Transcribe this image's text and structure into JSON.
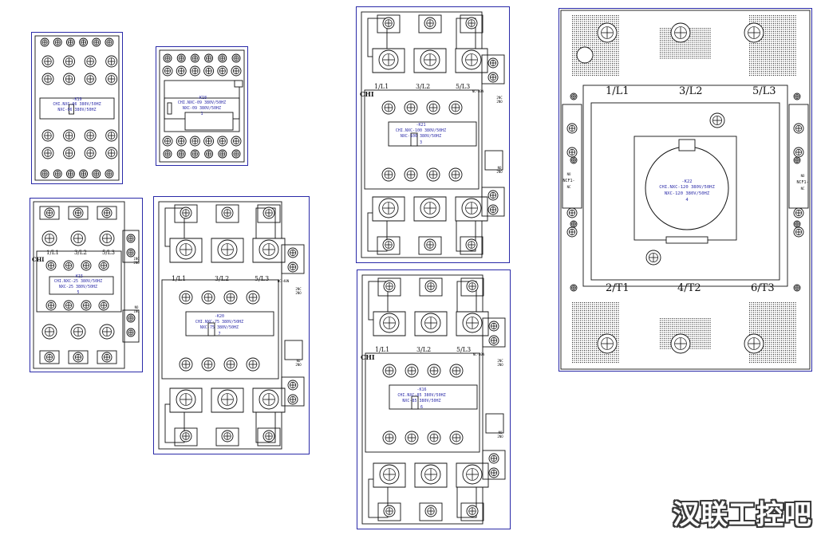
{
  "components": [
    {
      "id": "k19",
      "tag": "-K19",
      "line1": "CHI.NXC-06 380V/50HZ",
      "line2": "NXC-06 380V/50HZ",
      "number": "",
      "style": "small",
      "terminals": [],
      "side_left": [],
      "side_right": [],
      "brand": ""
    },
    {
      "id": "k18",
      "tag": "-K18",
      "line1": "CHI.NXC-09 380V/50HZ",
      "line2": "NXC-09 380V/50HZ",
      "number": "1",
      "style": "mini",
      "terminals": [],
      "side_left": [],
      "side_right": [],
      "brand": ""
    },
    {
      "id": "k15",
      "tag": "-K15",
      "line1": "CHI.NXC-25 380V/50HZ",
      "line2": "NXC-25 380V/50HZ",
      "number": "5",
      "style": "medium",
      "terminals": [
        "1/L1",
        "3/L2",
        "5/L3"
      ],
      "side_left": [],
      "side_right": [
        "1NC",
        "2NO",
        "NO",
        "1NC"
      ],
      "brand": "CHI"
    },
    {
      "id": "k20",
      "tag": "-K20",
      "line1": "CHI.NXC-75 380V/50HZ",
      "line2": "NXC-75 380V/50HZ",
      "number": "7",
      "style": "large",
      "terminals": [
        "1/L1",
        "3/L2",
        "5/L3"
      ],
      "side_left": [],
      "side_right": [
        "NC-40N",
        "2NC",
        "2NO",
        "NO",
        "2NO"
      ],
      "brand": "CHI"
    },
    {
      "id": "k21",
      "tag": "-K21",
      "line1": "CHI.NXC-100 380V/50HZ",
      "line2": "NXC-100 380V/50HZ",
      "number": "3",
      "style": "large",
      "terminals": [
        "1/L1",
        "3/L2",
        "5/L3"
      ],
      "side_left": [],
      "side_right": [
        "NC-40N",
        "2NC",
        "2NO",
        "NO",
        "2NO"
      ],
      "brand": "CHI"
    },
    {
      "id": "k16",
      "tag": "-K16",
      "line1": "CHI.NXC-85 380V/50HZ",
      "line2": "NXC-85 380V/50HZ",
      "number": "6",
      "style": "large",
      "terminals": [
        "1/L1",
        "3/L2",
        "5/L3"
      ],
      "side_left": [],
      "side_right": [
        "NC-40N",
        "2NC",
        "2NO",
        "NO",
        "2NO"
      ],
      "brand": "CHI"
    },
    {
      "id": "k22",
      "tag": "-K22",
      "line1": "CHI.NXC-120 380V/50HZ",
      "line2": "NXC-120 380V/50HZ",
      "number": "4",
      "style": "xlarge",
      "terminals": [
        "1/L1",
        "3/L2",
        "5/L3",
        "2/T1",
        "4/T2",
        "6/T3"
      ],
      "side_left": [
        "NCF1-",
        "NO",
        "NC"
      ],
      "side_right": [
        "NCF1-",
        "NO",
        "NC"
      ],
      "brand": ""
    }
  ],
  "watermark": "汉联工控吧",
  "colors": {
    "outline": "#2a2aa8",
    "ink": "#111111",
    "label": "#2a2aa8",
    "background": "#ffffff"
  }
}
